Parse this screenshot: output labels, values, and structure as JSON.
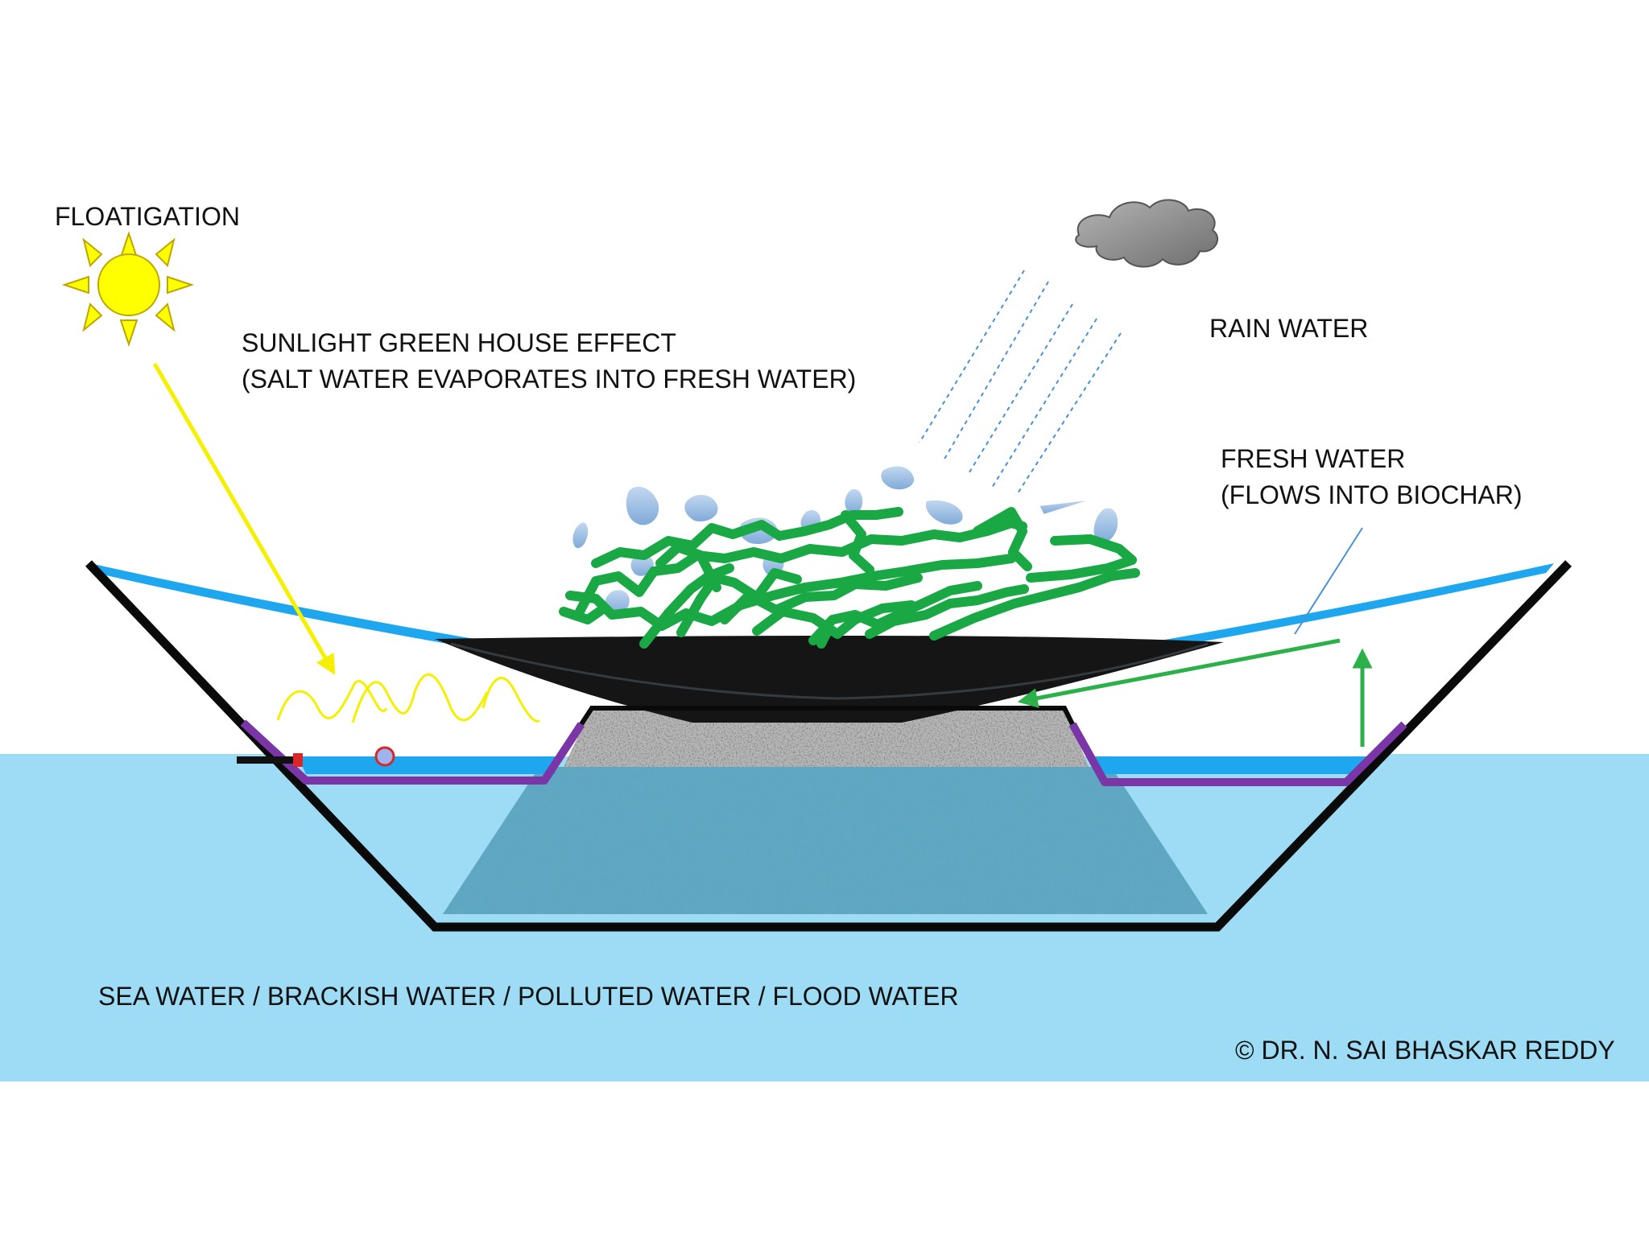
{
  "labels": {
    "title": "FLOATIGATION",
    "sunlight_line1": "SUNLIGHT GREEN HOUSE EFFECT",
    "sunlight_line2": "(SALT WATER EVAPORATES INTO FRESH WATER)",
    "rain": "RAIN WATER",
    "fresh_line1": "FRESH WATER",
    "fresh_line2": "(FLOWS INTO BIOCHAR)",
    "water_types": "SEA WATER / BRACKISH WATER / POLLUTED WATER / FLOOD WATER",
    "copyright": "© DR. N. SAI BHASKAR REDDY"
  },
  "icons": [
    "sun-icon",
    "cloud-icon",
    "rain-streaks",
    "plant-foliage",
    "evaporation-waves",
    "inlet-pipe-icon",
    "float-icon"
  ],
  "colors": {
    "sea": "#9ddcf4",
    "water_film": "#1ea7ee",
    "container_wall": "#0a0a0a",
    "liner": "#7a35a6",
    "sun": "#ffff00",
    "sun_arrow": "#f5f000",
    "plant": "#1aa845",
    "flow_arrow": "#2bb04a",
    "biochar": "#5fa8c4",
    "gravel": "#b7b7b7",
    "membrane": "#151515",
    "cloud": "#8d8d8d"
  }
}
